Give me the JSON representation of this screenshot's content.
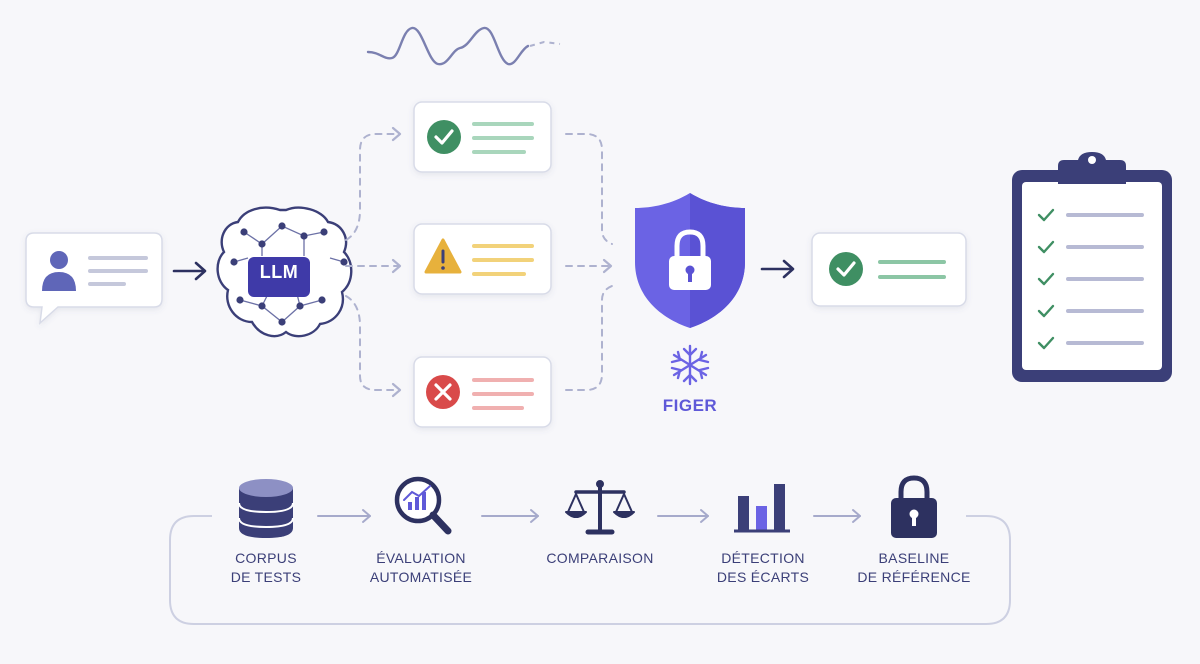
{
  "llm": {
    "label": "LLM"
  },
  "freeze": {
    "label": "FIGER"
  },
  "pipeline": {
    "steps": [
      {
        "line1": "CORPUS",
        "line2": "DE TESTS",
        "icon": "database-icon"
      },
      {
        "line1": "ÉVALUATION",
        "line2": "AUTOMATISÉE",
        "icon": "magnifier-chart-icon"
      },
      {
        "line1": "COMPARAISON",
        "line2": "",
        "icon": "scales-icon"
      },
      {
        "line1": "DÉTECTION",
        "line2": "DES ÉCARTS",
        "icon": "bar-chart-icon"
      },
      {
        "line1": "BASELINE",
        "line2": "DE RÉFÉRENCE",
        "icon": "lock-icon"
      }
    ]
  },
  "colors": {
    "navy": "#3b3f78",
    "accent": "#5f59d8",
    "success": "#3f8f63",
    "warning": "#e7b13c",
    "error": "#d94a4a",
    "dashed": "#aeb2cf"
  },
  "icons": [
    "user-icon",
    "brain-icon",
    "check-icon",
    "warning-icon",
    "error-icon",
    "shield-lock-icon",
    "snowflake-icon",
    "clipboard-icon",
    "wave-icon"
  ]
}
